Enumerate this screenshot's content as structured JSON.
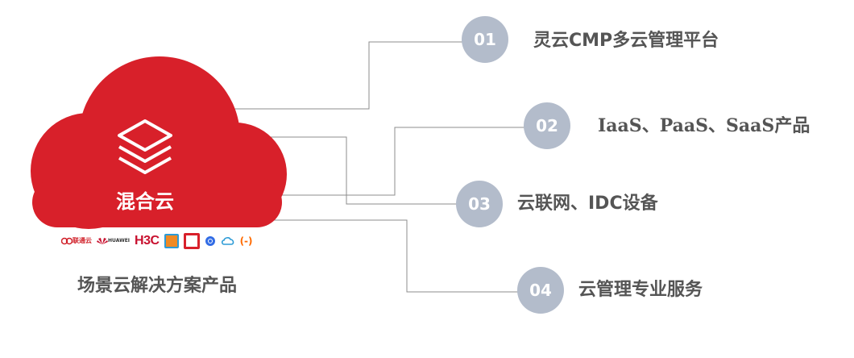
{
  "cloud": {
    "label": "混合云",
    "color": "#d8202a",
    "icon": "layers-icon"
  },
  "caption": "场景云解决方案产品",
  "vendor_logos": [
    {
      "name": "lianton-logo",
      "text": "联通云"
    },
    {
      "name": "huawei-logo",
      "text": "HUAWEI"
    },
    {
      "name": "h3c-logo",
      "text": "H3C"
    },
    {
      "name": "vendor-logo-orange"
    },
    {
      "name": "openstack-logo"
    },
    {
      "name": "kubernetes-logo"
    },
    {
      "name": "azure-cloud-logo"
    },
    {
      "name": "aliyun-logo",
      "text": "(-)"
    }
  ],
  "items": [
    {
      "number": "01",
      "label": "灵云CMP多云管理平台"
    },
    {
      "number": "02",
      "label": "IaaS、PaaS、SaaS产品"
    },
    {
      "number": "03",
      "label": "云联网、IDC设备"
    },
    {
      "number": "04",
      "label": "云管理专业服务"
    }
  ],
  "colors": {
    "accent": "#d8202a",
    "number_circle": "#b3bccb",
    "text": "#555555",
    "connector": "#8c8c8c"
  }
}
